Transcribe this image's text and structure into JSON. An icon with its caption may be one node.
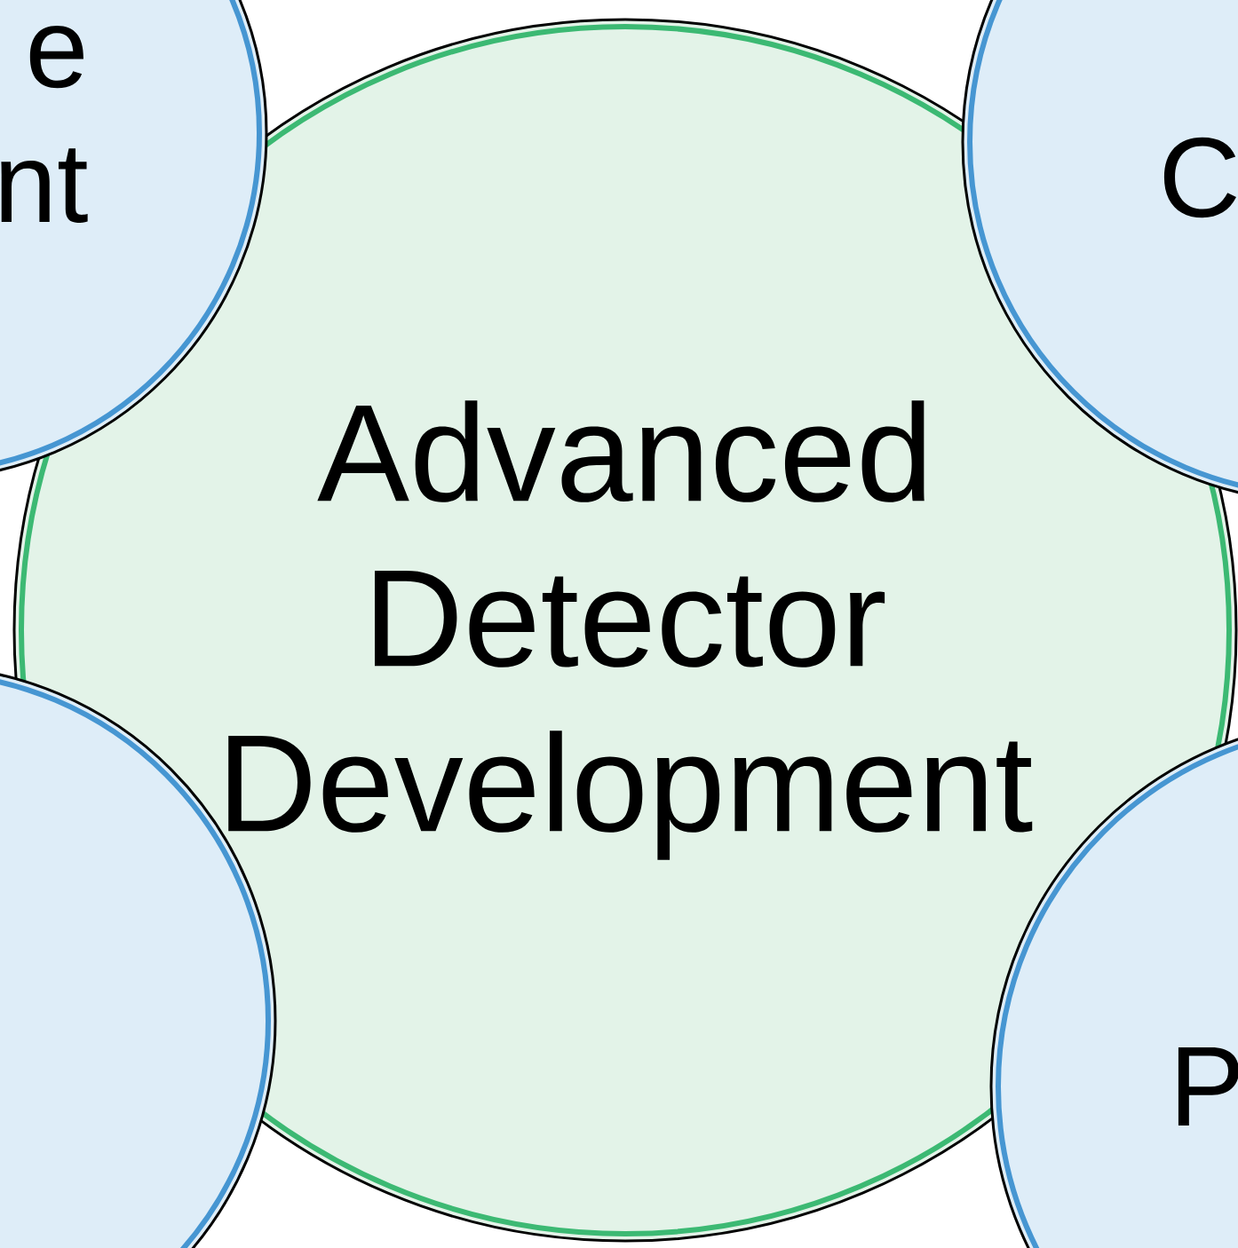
{
  "diagram": {
    "nodes": [
      {
        "text": [
          "e nt"
        ]
      },
      {
        "text": [
          "C"
        ]
      },
      {
        "text": [
          "Advanced Detector Development"
        ]
      },
      {
        "text": [],
        "shape": "circle"
      },
      {
        "text": [
          "P"
        ]
      }
    ]
  }
}
